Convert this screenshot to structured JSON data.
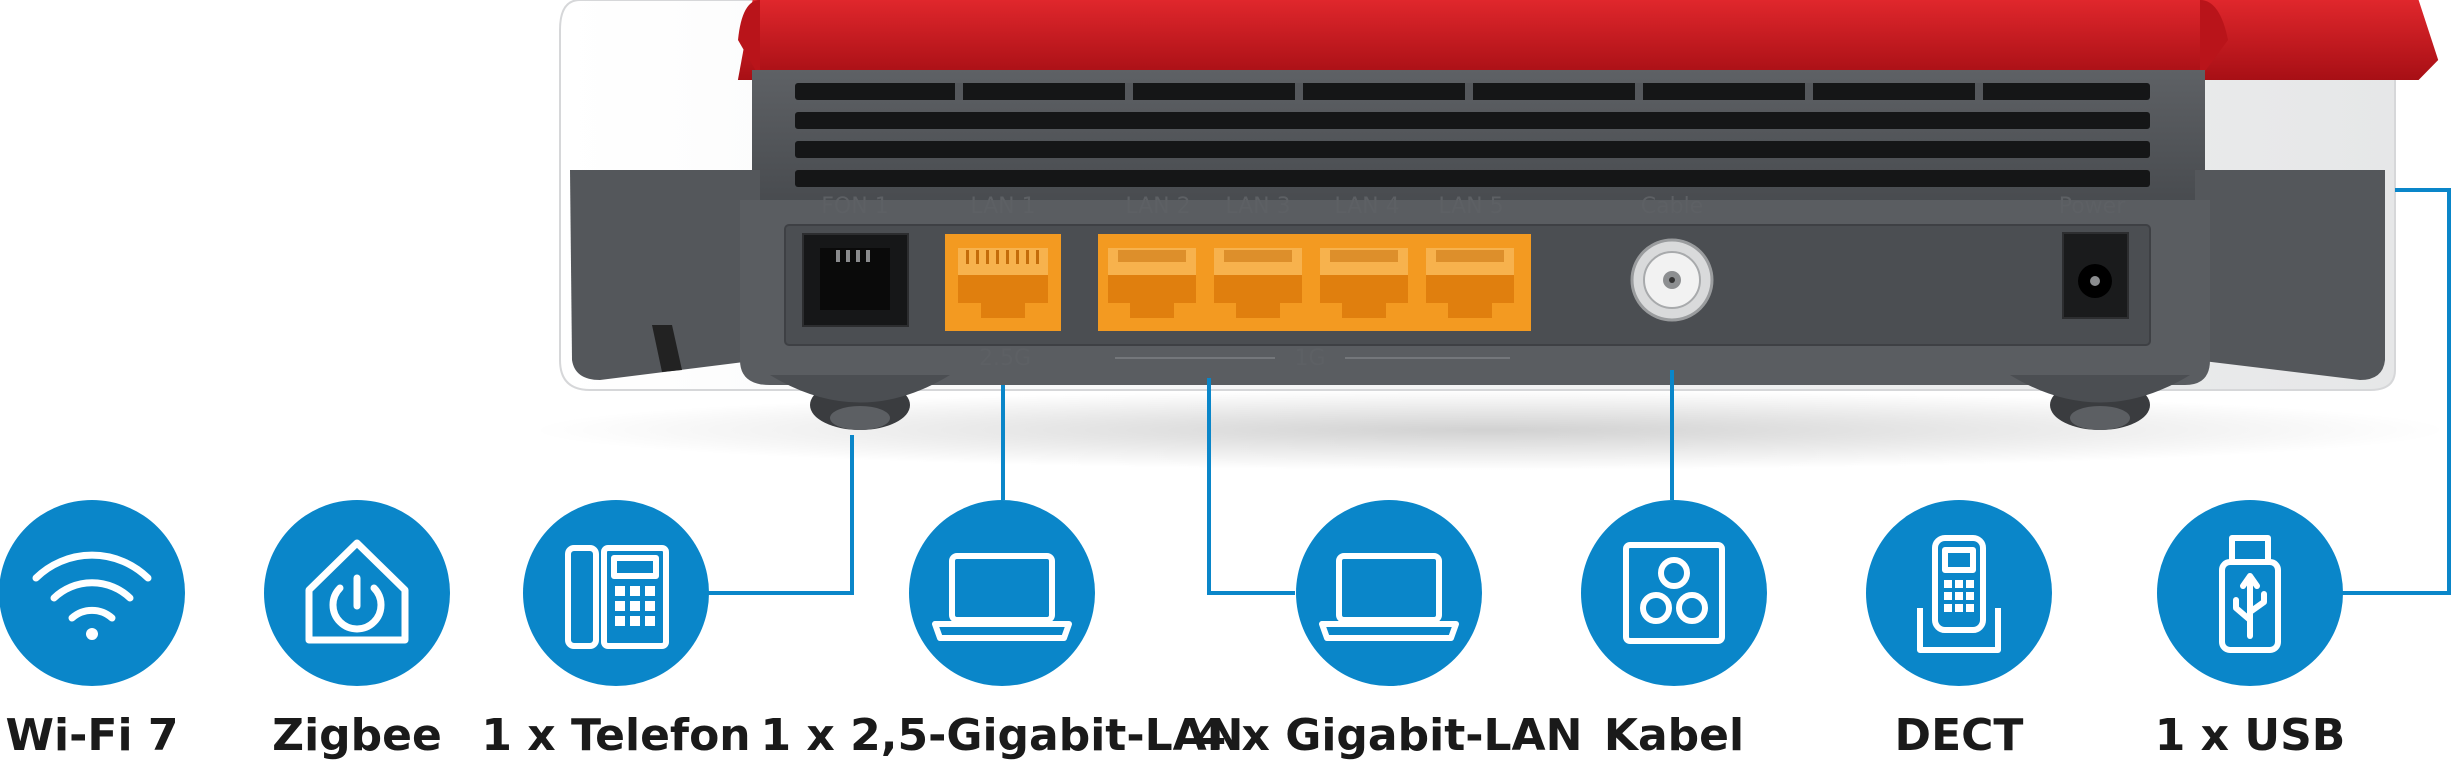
{
  "ports": {
    "fon": "FON 1",
    "lan1": "LAN 1",
    "lan2": "LAN 2",
    "lan3": "LAN 3",
    "lan4": "LAN 4",
    "lan5": "LAN 5",
    "cable": "Cable",
    "power": "Power",
    "speed_25g": "2.5G",
    "speed_1g": "1G"
  },
  "features": [
    {
      "label": "Wi-Fi 7",
      "icon": "wifi-icon"
    },
    {
      "label": "Zigbee",
      "icon": "smart-home-power-icon"
    },
    {
      "label": "1 x Telefon",
      "icon": "telephone-icon"
    },
    {
      "label": "1 x 2,5-Gigabit-LAN",
      "icon": "laptop-icon"
    },
    {
      "label": "4 x Gigabit-LAN",
      "icon": "laptop-icon"
    },
    {
      "label": "Kabel",
      "icon": "coax-socket-icon"
    },
    {
      "label": "DECT",
      "icon": "cordless-phone-icon"
    },
    {
      "label": "1 x USB",
      "icon": "usb-stick-icon"
    }
  ],
  "colors": {
    "accent_blue": "#0a86c9",
    "router_red": "#c8161d",
    "router_gray": "#55585c",
    "lan_orange": "#f39a21"
  }
}
